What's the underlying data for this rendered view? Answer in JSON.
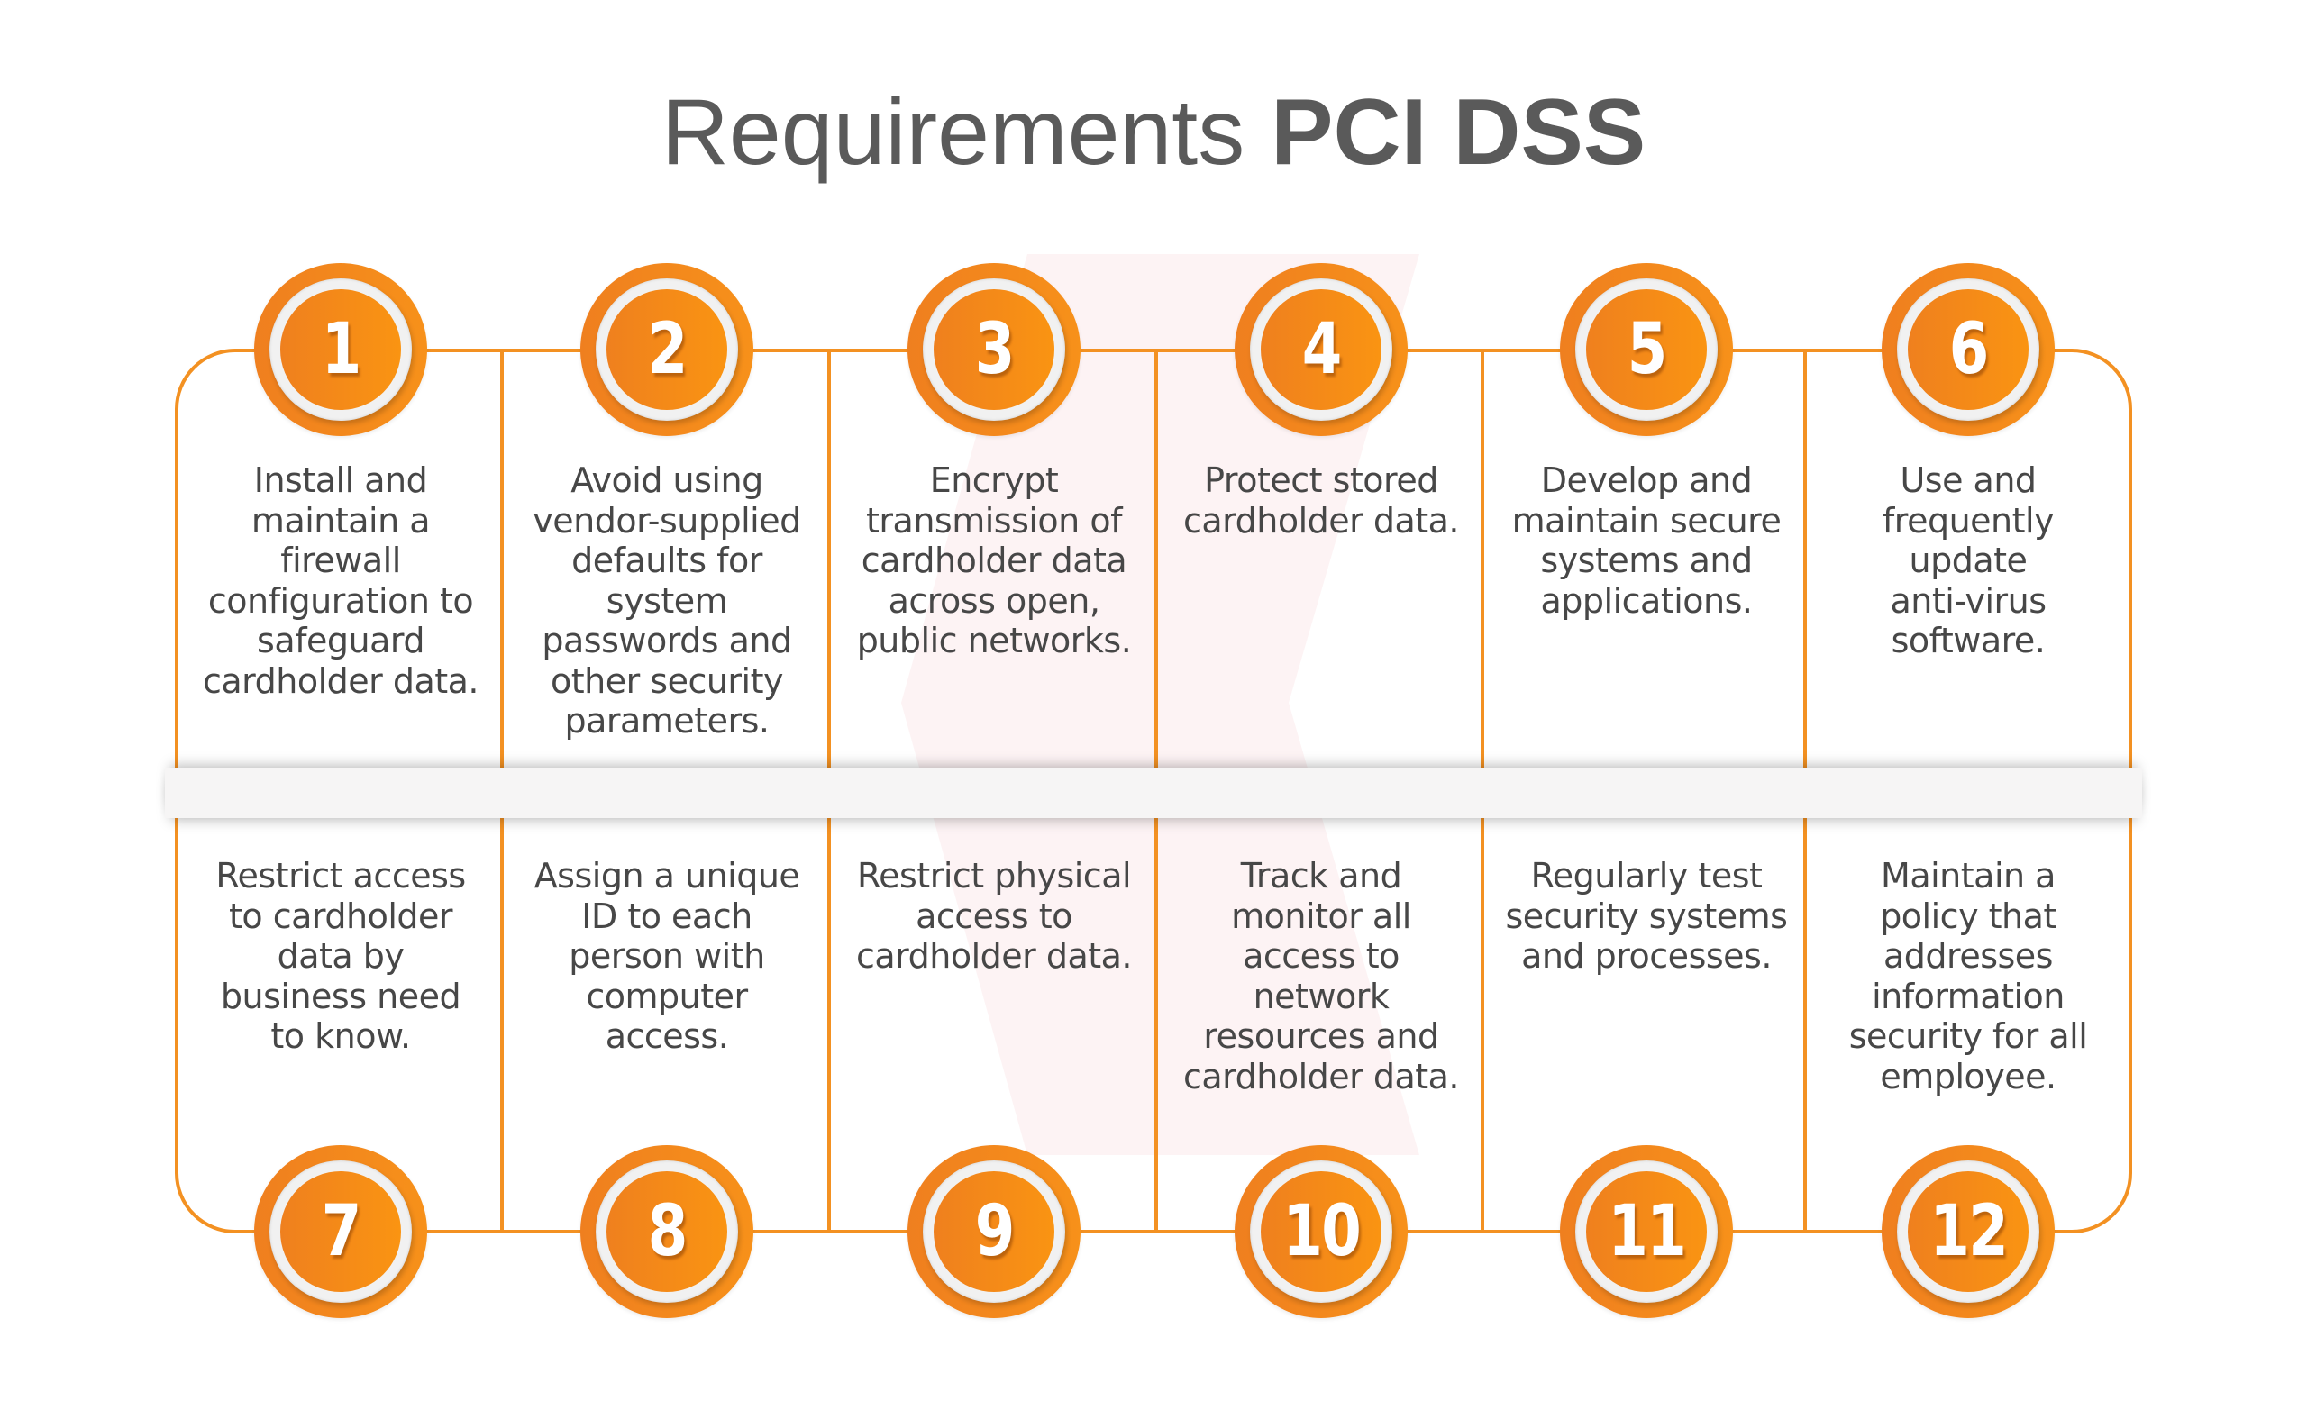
{
  "title": {
    "light": "Requirements",
    "bold": "PCI DSS"
  },
  "colors": {
    "accent": "#F7931E",
    "accent_dark": "#EF7F1F",
    "text": "#474747",
    "title": "#5A5A5A",
    "band": "#F6F5F5",
    "watermark": "#FDF1F2"
  },
  "requirements": [
    {
      "number": "1",
      "text": [
        "Install and",
        "maintain a",
        "firewall",
        "configuration to",
        "safeguard",
        "cardholder data."
      ]
    },
    {
      "number": "2",
      "text": [
        "Avoid using",
        "vendor-supplied",
        "defaults for",
        "system",
        "passwords and",
        "other security",
        "parameters."
      ]
    },
    {
      "number": "3",
      "text": [
        "Encrypt",
        "transmission of",
        "cardholder data",
        "across open,",
        "public networks."
      ]
    },
    {
      "number": "4",
      "text": [
        "Protect stored",
        "cardholder data."
      ]
    },
    {
      "number": "5",
      "text": [
        "Develop and",
        "maintain secure",
        "systems and",
        "applications."
      ]
    },
    {
      "number": "6",
      "text": [
        "Use and",
        "frequently",
        "update",
        "anti-virus",
        "software."
      ]
    },
    {
      "number": "7",
      "text": [
        "Restrict access",
        "to cardholder",
        "data by",
        "business need",
        "to know."
      ]
    },
    {
      "number": "8",
      "text": [
        "Assign a unique",
        "ID to each",
        "person with",
        "computer",
        "access."
      ]
    },
    {
      "number": "9",
      "text": [
        "Restrict physical",
        "access to",
        "cardholder data."
      ]
    },
    {
      "number": "10",
      "text": [
        "Track and",
        "monitor all",
        "access to",
        "network",
        "resources and",
        "cardholder data."
      ]
    },
    {
      "number": "11",
      "text": [
        "Regularly test",
        "security systems",
        "and processes."
      ]
    },
    {
      "number": "12",
      "text": [
        "Maintain a",
        "policy that",
        "addresses",
        "information",
        "security for all",
        "employee."
      ]
    }
  ]
}
